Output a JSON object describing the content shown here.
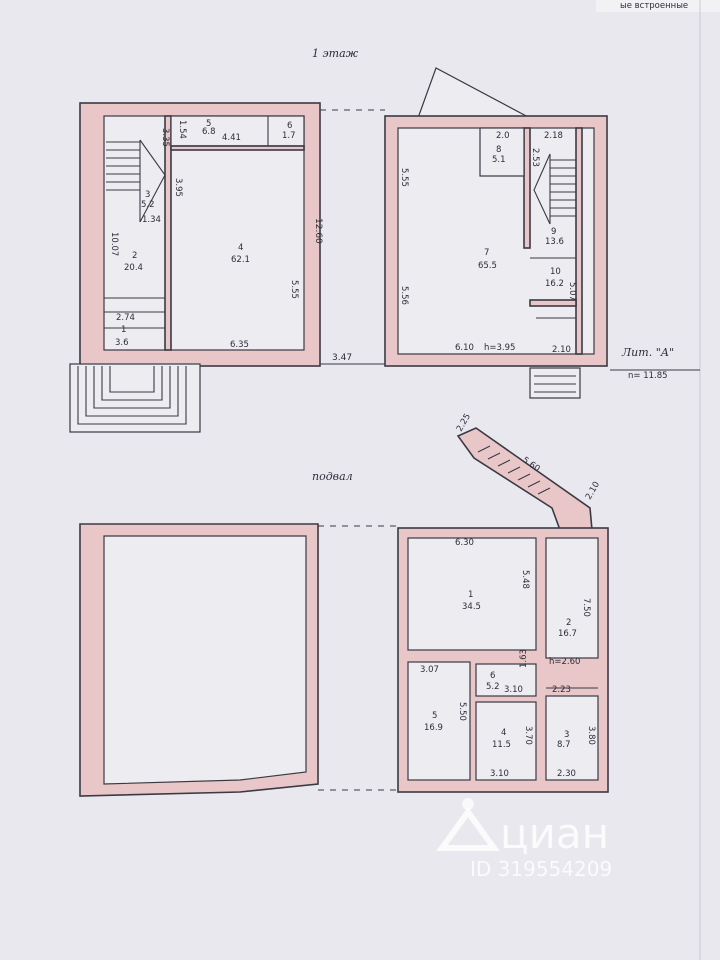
{
  "corner_text": "ые встроенные",
  "floor1": {
    "title": "1 этаж",
    "left": {
      "rooms": [
        {
          "no": "1",
          "area": "3.6"
        },
        {
          "no": "2",
          "area": "20.4"
        },
        {
          "no": "3",
          "area": "5.2"
        },
        {
          "no": "4",
          "area": "62.1"
        },
        {
          "no": "5",
          "area": "6.8"
        },
        {
          "no": "6",
          "area": "1.7"
        }
      ],
      "dims": {
        "d335": "3.35",
        "d154": "1.54",
        "d441": "4.41",
        "d395": "3.95",
        "d134": "1.34",
        "d1007": "10.07",
        "d555": "5.55",
        "d274": "2.74",
        "d635": "6.35",
        "d1260": "12.60",
        "d347": "3.47"
      }
    },
    "right": {
      "rooms": [
        {
          "no": "7",
          "area": "65.5"
        },
        {
          "no": "8",
          "area": "5.1"
        },
        {
          "no": "9",
          "area": "13.6"
        },
        {
          "no": "10",
          "area": "16.2"
        }
      ],
      "dims": {
        "d20": "2.0",
        "d218": "2.18",
        "d253": "2.53",
        "d555": "5.55",
        "d556": "5.56",
        "d507": "5.07",
        "d610": "6.10",
        "h395": "h=3.95",
        "d210": "2.10"
      }
    },
    "lit": "Лит. \"А\"",
    "lit_n": "n= 11.85"
  },
  "basement": {
    "title": "подвал",
    "rooms": [
      {
        "no": "1",
        "area": "34.5"
      },
      {
        "no": "2",
        "area": "16.7"
      },
      {
        "no": "3",
        "area": "8.7"
      },
      {
        "no": "4",
        "area": "11.5"
      },
      {
        "no": "5",
        "area": "16.9"
      },
      {
        "no": "6",
        "area": "5.2"
      }
    ],
    "dims": {
      "d225": "2.25",
      "d560": "5.60",
      "d210": "2.10",
      "d630": "6.30",
      "d548": "5.48",
      "d750": "7.50",
      "h260": "h=2.60",
      "d307": "3.07",
      "d550": "5.50",
      "d310a": "3.10",
      "d310b": "3.10",
      "d163": "1.63",
      "d223": "2.23",
      "d370": "3.70",
      "d380": "3.80",
      "d230": "2.30"
    }
  },
  "watermark": {
    "brand": "циан",
    "id": "ID 319554209"
  }
}
